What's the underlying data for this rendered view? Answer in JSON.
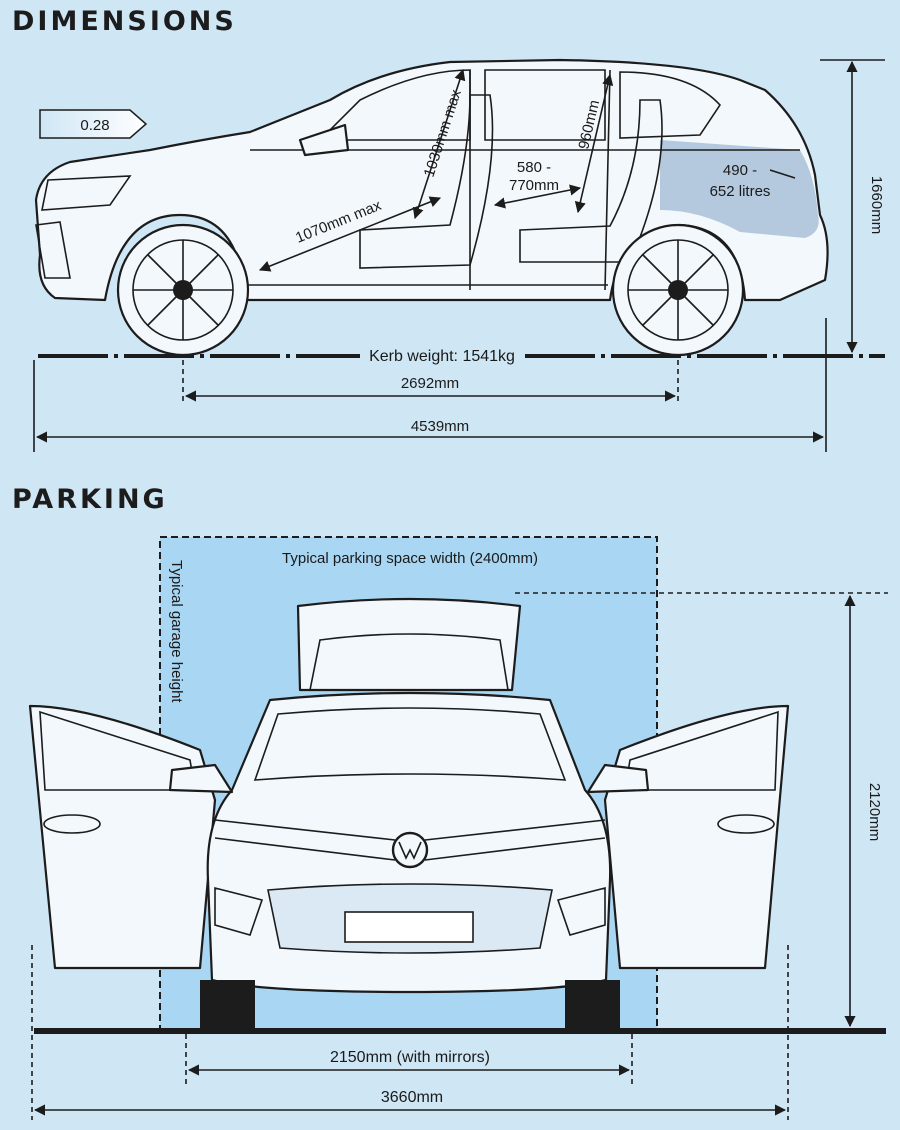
{
  "headings": {
    "dimensions": "DIMENSIONS",
    "parking": "PARKING"
  },
  "side_view": {
    "drag_coefficient": "0.28",
    "front_headroom": "1030mm max",
    "front_legroom": "1070mm max",
    "rear_headroom": "960mm",
    "rear_legroom_line1": "580 -",
    "rear_legroom_line2": "770mm",
    "boot_line1": "490 -",
    "boot_line2": "652 litres",
    "height": "1660mm",
    "kerb_weight": "Kerb weight: 1541kg",
    "wheelbase": "2692mm",
    "length": "4539mm"
  },
  "parking_view": {
    "space_width": "Typical parking space width (2400mm)",
    "garage_height": "Typical garage height",
    "height_tailgate_open": "2120mm",
    "width_with_mirrors": "2150mm (with mirrors)",
    "width_doors_open": "3660mm"
  },
  "colors": {
    "background": "#cfe6f5",
    "parking_space": "#a9d6f2",
    "boot_shade": "#7fa3c4",
    "line": "#1c1c1c"
  }
}
